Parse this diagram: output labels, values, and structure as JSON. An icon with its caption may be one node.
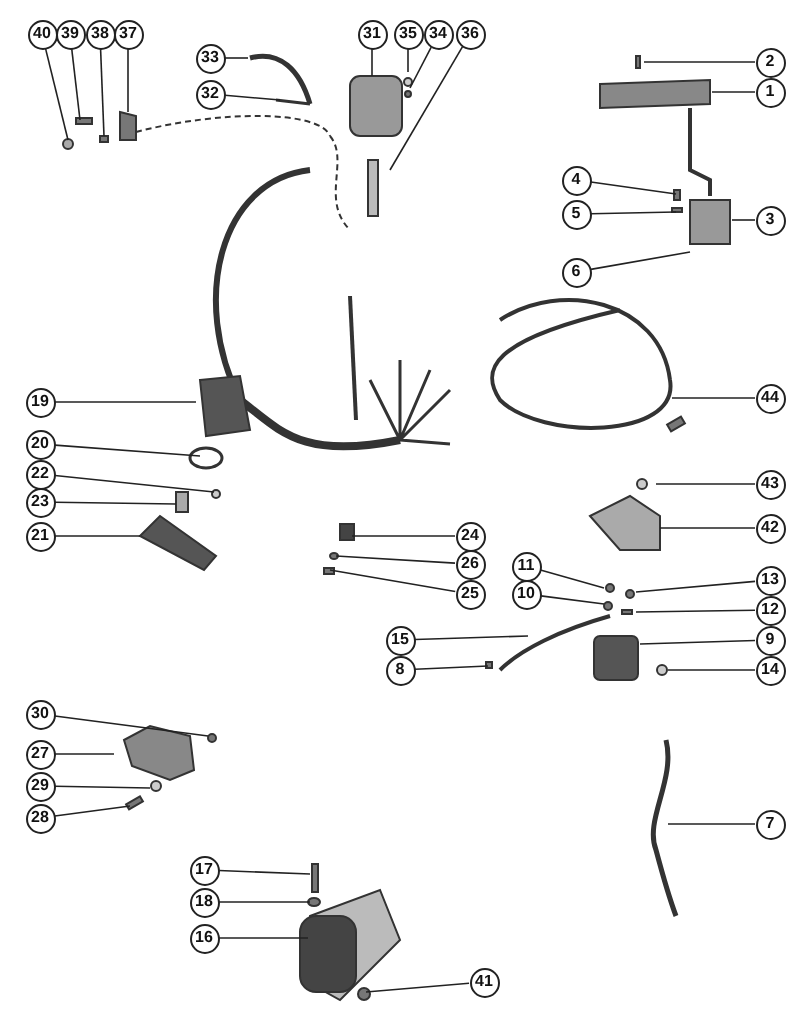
{
  "diagram": {
    "nodes": [
      {
        "text": [
          "40"
        ]
      },
      {
        "text": [
          "39"
        ]
      },
      {
        "text": [
          "38"
        ]
      },
      {
        "text": [
          "37"
        ]
      },
      {
        "text": [
          "33"
        ]
      },
      {
        "text": [
          "32"
        ]
      },
      {
        "text": [
          "31"
        ]
      },
      {
        "text": [
          "35"
        ]
      },
      {
        "text": [
          "34"
        ]
      },
      {
        "text": [
          "36"
        ]
      },
      {
        "text": [
          "2"
        ]
      },
      {
        "text": [
          "1"
        ]
      },
      {
        "text": [
          "4"
        ]
      },
      {
        "text": [
          "5"
        ]
      },
      {
        "text": [
          "3"
        ]
      },
      {
        "text": [
          "6"
        ]
      },
      {
        "text": [
          "19"
        ]
      },
      {
        "text": [
          "44"
        ]
      },
      {
        "text": [
          "20"
        ]
      },
      {
        "text": [
          "22"
        ]
      },
      {
        "text": [
          "23"
        ]
      },
      {
        "text": [
          "21"
        ]
      },
      {
        "text": [
          "24"
        ]
      },
      {
        "text": [
          "26"
        ]
      },
      {
        "text": [
          "25"
        ]
      },
      {
        "text": [
          "43"
        ]
      },
      {
        "text": [
          "42"
        ]
      },
      {
        "text": [
          "11"
        ]
      },
      {
        "text": [
          "10"
        ]
      },
      {
        "text": [
          "13"
        ]
      },
      {
        "text": [
          "12"
        ]
      },
      {
        "text": [
          "15"
        ]
      },
      {
        "text": [
          "8"
        ]
      },
      {
        "text": [
          "9"
        ]
      },
      {
        "text": [
          "14"
        ]
      },
      {
        "text": [
          "30"
        ]
      },
      {
        "text": [
          "27"
        ]
      },
      {
        "text": [
          "29"
        ]
      },
      {
        "text": [
          "28"
        ]
      },
      {
        "text": [
          "7"
        ]
      },
      {
        "text": [
          "17"
        ]
      },
      {
        "text": [
          "18"
        ]
      },
      {
        "text": [
          "16"
        ]
      },
      {
        "text": [
          "41"
        ]
      }
    ],
    "edges": [
      {
        "from": 0,
        "to": null,
        "arrow": "none"
      },
      {
        "from": 1,
        "to": null,
        "arrow": "none"
      },
      {
        "from": 2,
        "to": null,
        "arrow": "none"
      },
      {
        "from": 3,
        "to": null,
        "arrow": "none"
      },
      {
        "from": 4,
        "to": null,
        "arrow": "none"
      },
      {
        "from": 5,
        "to": null,
        "arrow": "none"
      },
      {
        "from": 6,
        "to": null,
        "arrow": "none"
      },
      {
        "from": 7,
        "to": null,
        "arrow": "none"
      },
      {
        "from": 8,
        "to": null,
        "arrow": "none"
      },
      {
        "from": 9,
        "to": null,
        "arrow": "none"
      },
      {
        "from": 10,
        "to": null,
        "arrow": "none"
      },
      {
        "from": 11,
        "to": null,
        "arrow": "none"
      },
      {
        "from": 12,
        "to": null,
        "arrow": "none"
      },
      {
        "from": 13,
        "to": null,
        "arrow": "none"
      },
      {
        "from": 14,
        "to": null,
        "arrow": "none"
      },
      {
        "from": 15,
        "to": null,
        "arrow": "none"
      },
      {
        "from": 16,
        "to": null,
        "arrow": "none"
      },
      {
        "from": 17,
        "to": null,
        "arrow": "none"
      },
      {
        "from": 18,
        "to": null,
        "arrow": "none"
      },
      {
        "from": 19,
        "to": null,
        "arrow": "none"
      },
      {
        "from": 20,
        "to": null,
        "arrow": "none"
      },
      {
        "from": 21,
        "to": null,
        "arrow": "none"
      },
      {
        "from": 22,
        "to": null,
        "arrow": "none"
      },
      {
        "from": 23,
        "to": null,
        "arrow": "none"
      },
      {
        "from": 24,
        "to": null,
        "arrow": "none"
      },
      {
        "from": 25,
        "to": null,
        "arrow": "none"
      },
      {
        "from": 26,
        "to": null,
        "arrow": "none"
      },
      {
        "from": 27,
        "to": null,
        "arrow": "none"
      },
      {
        "from": 28,
        "to": null,
        "arrow": "none"
      },
      {
        "from": 29,
        "to": null,
        "arrow": "none"
      },
      {
        "from": 30,
        "to": null,
        "arrow": "none"
      },
      {
        "from": 31,
        "to": null,
        "arrow": "none"
      },
      {
        "from": 32,
        "to": null,
        "arrow": "none"
      },
      {
        "from": 33,
        "to": null,
        "arrow": "none"
      },
      {
        "from": 34,
        "to": null,
        "arrow": "none"
      },
      {
        "from": 35,
        "to": null,
        "arrow": "none"
      },
      {
        "from": 36,
        "to": null,
        "arrow": "none"
      },
      {
        "from": 37,
        "to": null,
        "arrow": "none"
      },
      {
        "from": 38,
        "to": null,
        "arrow": "none"
      },
      {
        "from": 39,
        "to": null,
        "arrow": "none"
      },
      {
        "from": 40,
        "to": null,
        "arrow": "none"
      },
      {
        "from": 41,
        "to": null,
        "arrow": "none"
      },
      {
        "from": 42,
        "to": null,
        "arrow": "none"
      },
      {
        "from": 43,
        "to": null,
        "arrow": "none"
      }
    ]
  }
}
